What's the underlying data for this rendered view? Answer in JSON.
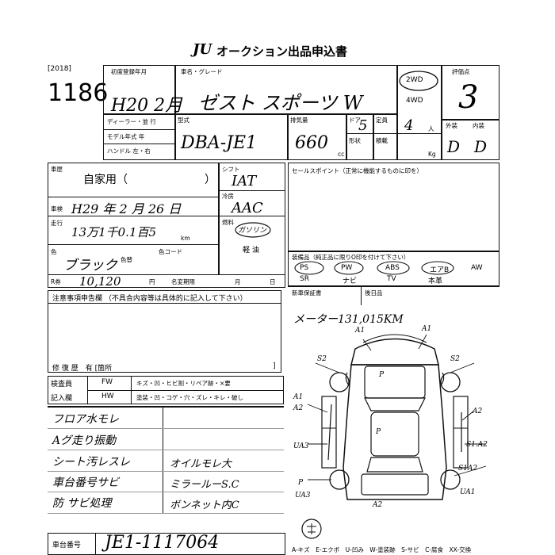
{
  "header": {
    "logo": "JU",
    "title": "オークション出品申込書"
  },
  "year_tag": "[2018]",
  "lot_no": "1186",
  "reg": {
    "label": "初度登録年月",
    "value": "H20 2月"
  },
  "car_name": {
    "label": "車名・グレード",
    "value": "ゼスト スポーツ W"
  },
  "drive": {
    "two": "2WD",
    "four": "4WD"
  },
  "rating": {
    "label": "評価点",
    "value": "3"
  },
  "dealer": {
    "label": "ディーラー・並 行",
    "model_year": "モデル年式 年",
    "handle": "ハンドル 左・右"
  },
  "model": {
    "label": "型式",
    "value": "DBA-JE1"
  },
  "disp": {
    "label": "排気量",
    "value": "660",
    "unit": "cc"
  },
  "doors": {
    "label": "ドア",
    "value": "5"
  },
  "seats": {
    "label": "定員",
    "value": "4",
    "unit": "人"
  },
  "shape": {
    "label": "形状"
  },
  "load": {
    "label": "積載",
    "unit": "Kg"
  },
  "ext_int": {
    "ext": "外装",
    "int": "内装",
    "ext_v": "D",
    "int_v": "D"
  },
  "usage": {
    "label": "車歴",
    "value": "自家用（",
    "close": "）"
  },
  "shift": {
    "label": "シフト",
    "value": "IAT"
  },
  "ac": {
    "label": "冷房",
    "value": "AAC"
  },
  "fuel": {
    "label": "燃料",
    "value": "ガソリン",
    "diesel": "軽 油"
  },
  "inspection": {
    "label": "車検",
    "value": "H29 年 2 月 26 日"
  },
  "mileage": {
    "label": "走行",
    "value": "13万1千0.1百5",
    "unit": "km"
  },
  "color": {
    "label": "色",
    "value": "ブラック",
    "no": "色替",
    "code": "色コード"
  },
  "recycle": {
    "label": "R券",
    "value": "10,120",
    "unit": "円",
    "exp": "名変期限",
    "m": "月",
    "d": "日"
  },
  "sales": {
    "label": "セールスポイント（正常に機能するものに印を）"
  },
  "notes": {
    "label": "注意事項申告欄 （不具合内容等は具体的に記入して下さい）"
  },
  "repair": {
    "label": "修 復 歴　有 [箇所"
  },
  "equip": {
    "label": "装備品（純正品に限りO印を付けて下さい）",
    "row1": [
      "PS",
      "PW",
      "ABS",
      "エアB",
      "AW"
    ],
    "row2": [
      "SR",
      "ナビ",
      "TV",
      "本革"
    ]
  },
  "newcar": {
    "label": "新車保証書",
    "kai": "後日品"
  },
  "odometer_note": "メーター131,015KM",
  "check": {
    "label1": "検査員",
    "label2": "記入欄",
    "fw": "FW",
    "items_fw": "キズ・凹・ヒビ割・リペア跡・×要",
    "hw": "HW",
    "items_hw": "塗装・凹・コゲ・穴・ズレ・キレ・破し"
  },
  "remarks": [
    "フロア水モレ",
    "Aグ走り振動",
    "シート汚レスレ",
    "車台番号サビ",
    "防 サビ処理"
  ],
  "remarks_right": [
    "オイルモレ大",
    "ミラールーS.C",
    "ボンネット内C"
  ],
  "chassis": {
    "label": "車台番号",
    "value": "JE1-1117064"
  },
  "diagram_labels": [
    "A1",
    "A1",
    "S2",
    "S2",
    "A1",
    "A2",
    "P",
    "P",
    "A2",
    "S1.A2",
    "S1A2",
    "UA3",
    "UA3",
    "UA1",
    "A2",
    "P"
  ],
  "legend": "A-キズ　E-エクボ　U-凹み　W-塗装跡　S-サビ　C-腐食　XX-交換"
}
